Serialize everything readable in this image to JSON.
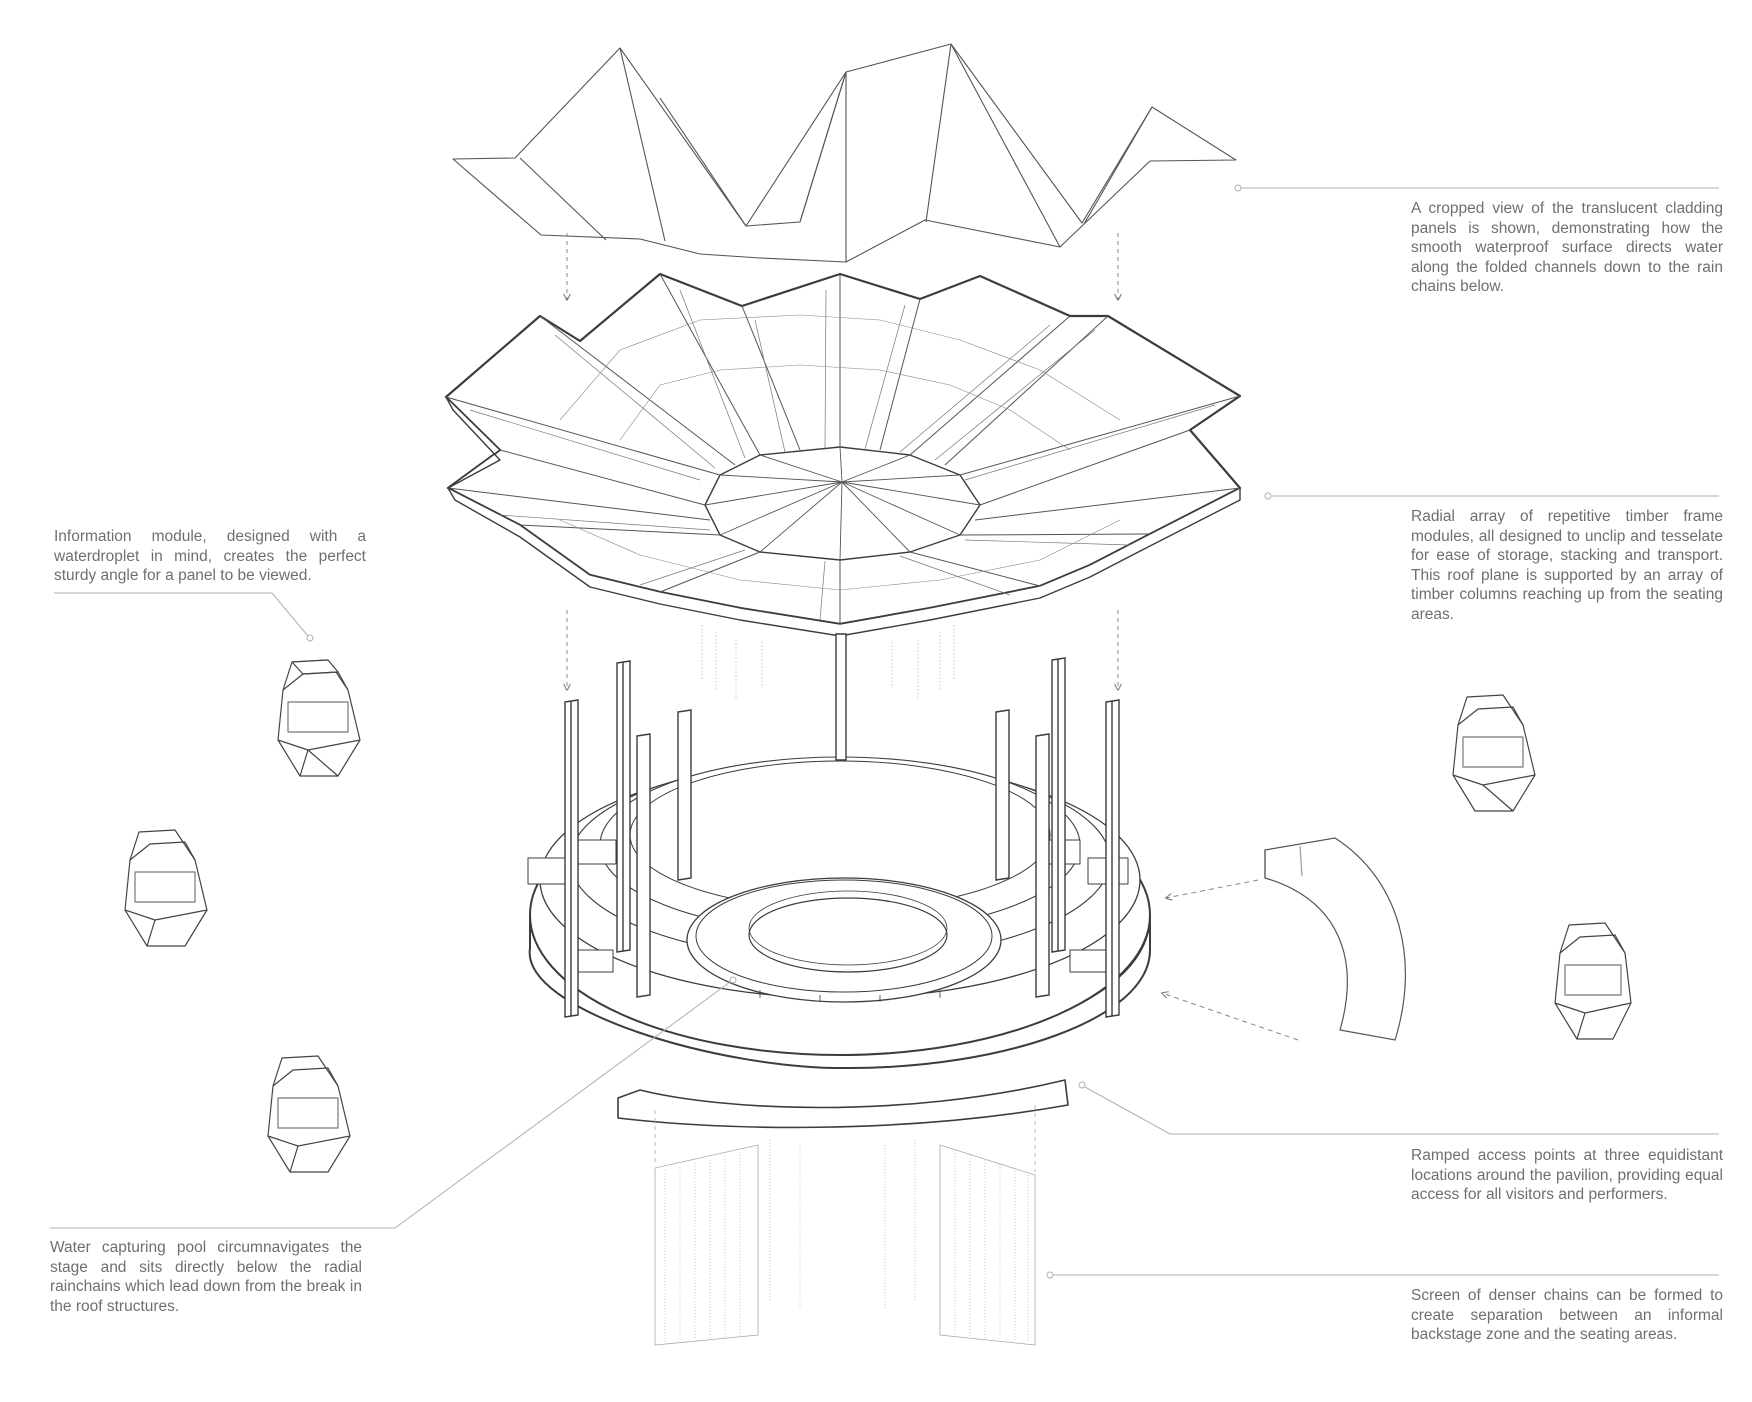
{
  "annotations": [
    {
      "id": "cladding",
      "text": "A cropped view of the translucent cladding panels is shown, demonstrating how the smooth waterproof surface directs water along the folded channels down to the rain chains below."
    },
    {
      "id": "timber-frame",
      "text": "Radial array of repetitive timber frame modules, all designed to unclip and tesselate for ease of storage, stacking and transport.  This roof plane is supported by an array of timber columns reaching up from the seating areas."
    },
    {
      "id": "info-module",
      "text": "Information module, designed with a waterdroplet in mind, creates the perfect sturdy angle for a panel to be viewed."
    },
    {
      "id": "ramps",
      "text": "Ramped access points at three equidistant locations around the pavilion, providing equal access for all visitors and performers."
    },
    {
      "id": "pool",
      "text": "Water capturing pool circumnavigates the stage and sits directly below the radial rainchains which lead down from the break in the roof structures."
    },
    {
      "id": "screen",
      "text": "Screen of denser chains can be formed to create separation between an informal backstage zone and the seating areas."
    }
  ],
  "colors": {
    "line": "#4a4a4a",
    "light_line": "#9a9a9a",
    "text": "#6f6f6f",
    "leader": "#b0b0b0"
  }
}
